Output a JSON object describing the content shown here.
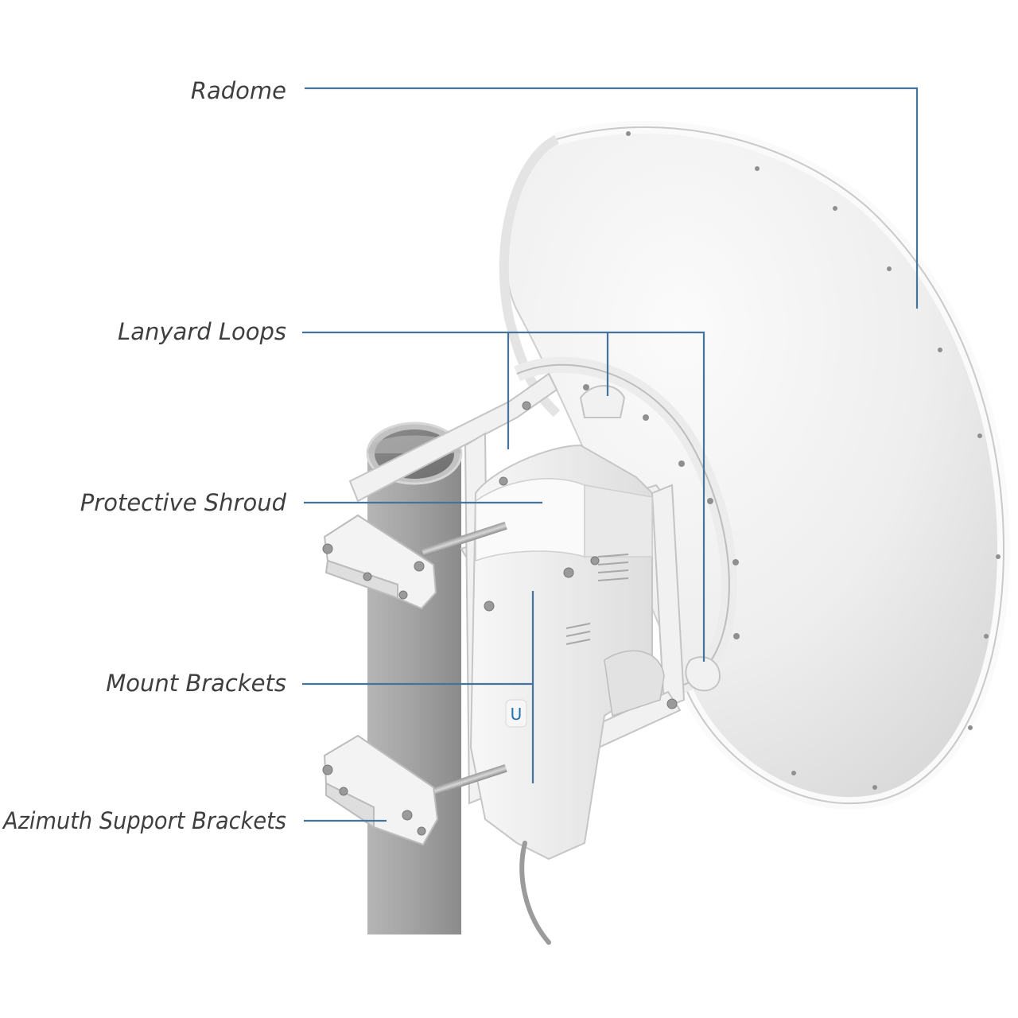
{
  "callouts": {
    "radome": "Radome",
    "lanyard_loops": "Lanyard Loops",
    "protective_shroud": "Protective Shroud",
    "mount_brackets": "Mount Brackets",
    "azimuth_support_brackets": "Azimuth Support Brackets"
  },
  "device_logo": "U",
  "colors": {
    "leader_line": "#44739e",
    "label_text": "#3f3f3f",
    "dish_face": "#f2f2f2",
    "dish_rim": "#ffffff",
    "pole": "#a9a9a9",
    "bracket": "#f0f0f0",
    "cable": "#9b9b9b"
  }
}
